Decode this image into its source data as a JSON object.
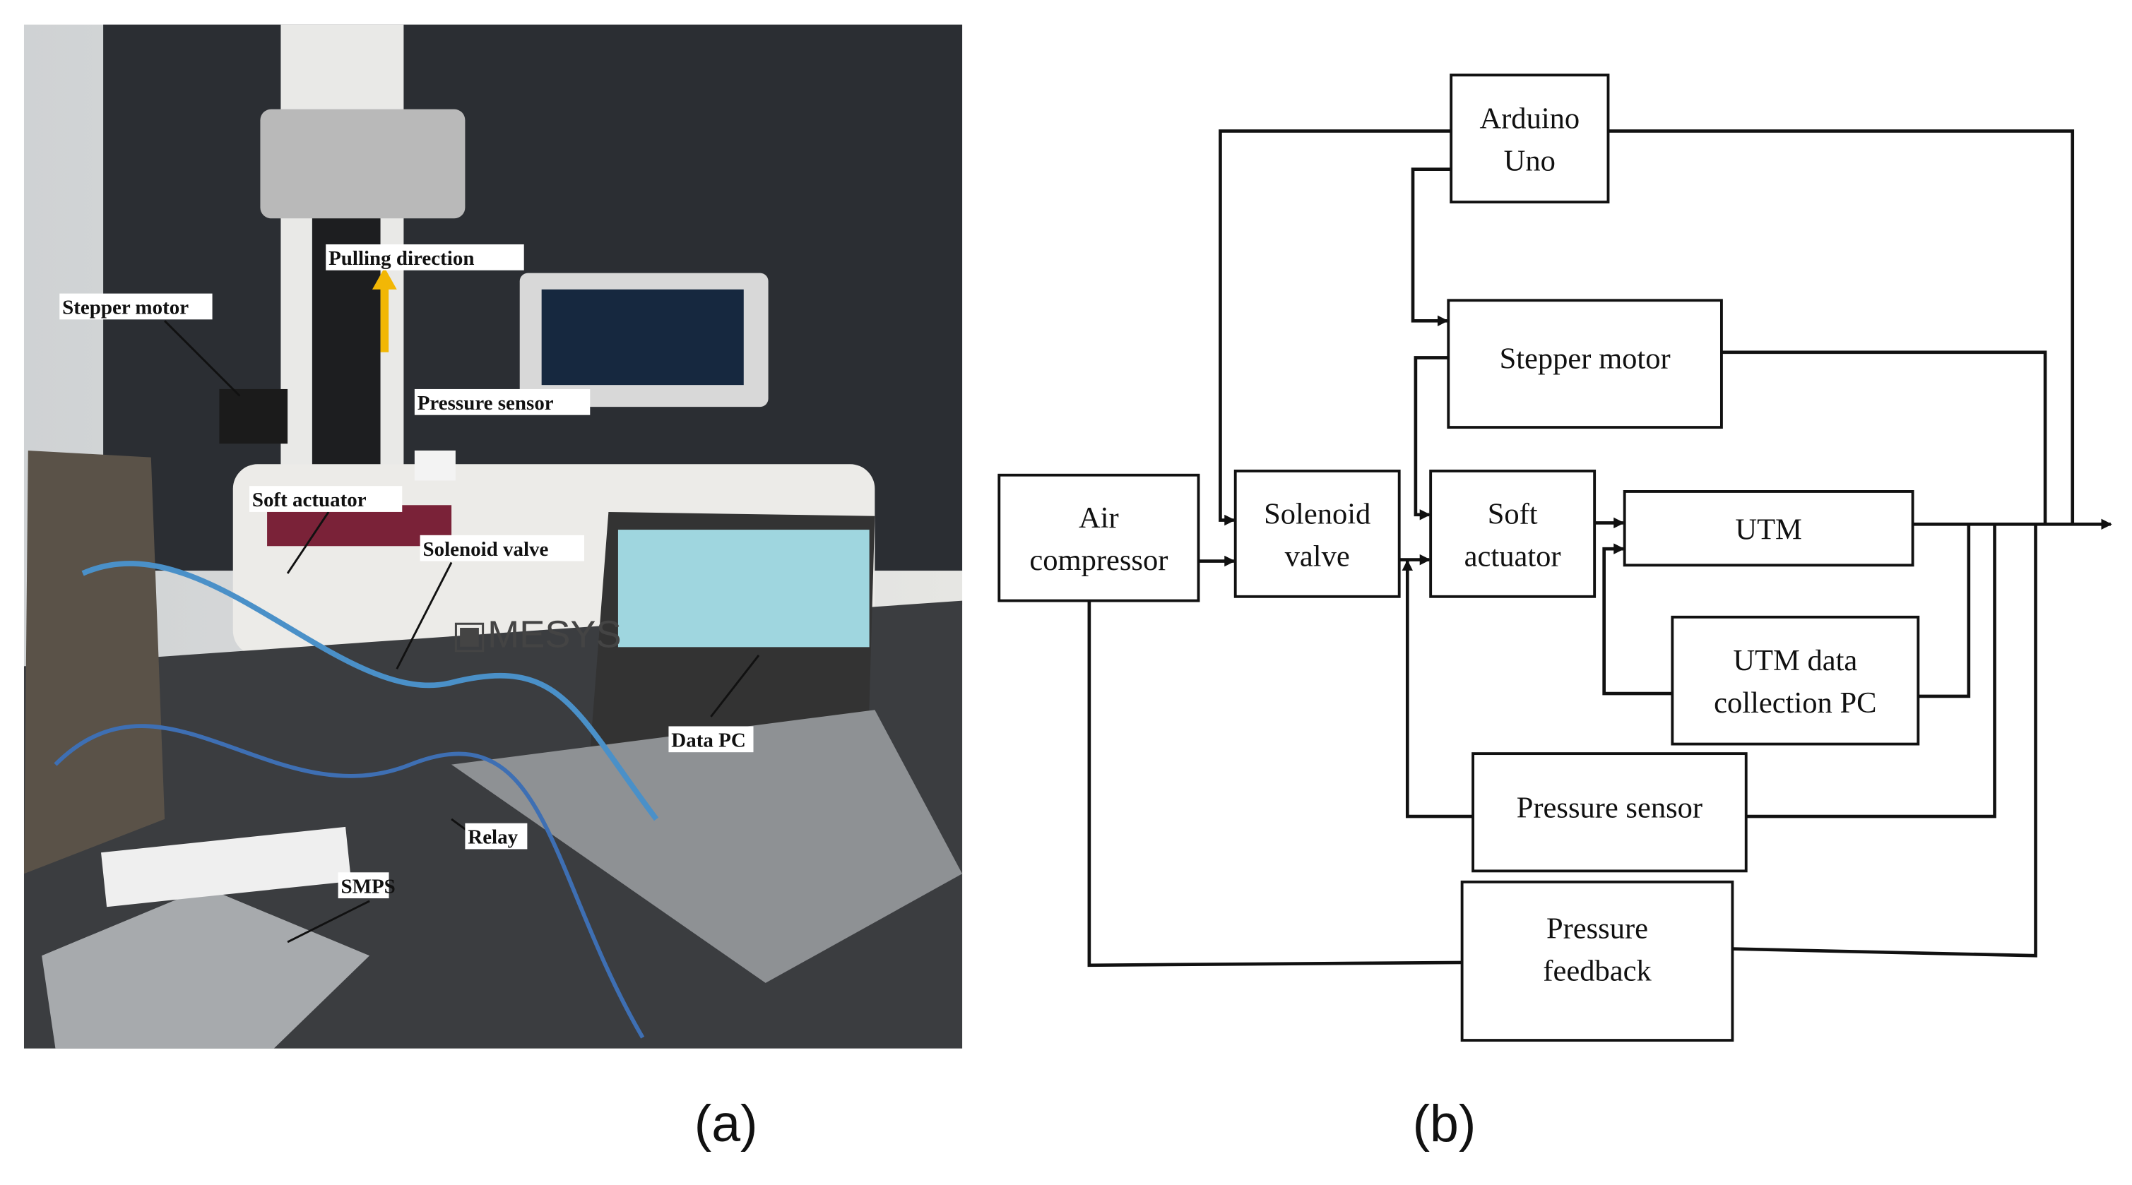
{
  "captions": {
    "a": "(a)",
    "b": "(b)"
  },
  "photo": {
    "logo_text": "MESYS",
    "labels": {
      "pulling_direction": "Pulling direction",
      "stepper_motor": "Stepper motor",
      "pressure_sensor": "Pressure sensor",
      "soft_actuator": "Soft actuator",
      "solenoid_valve": "Solenoid valve",
      "data_pc": "Data PC",
      "relay": "Relay",
      "smps": "SMPS"
    },
    "arrow_color": "#f2b705"
  },
  "diagram": {
    "arduino": [
      "Arduino",
      "Uno"
    ],
    "stepper": [
      "Stepper motor"
    ],
    "air": [
      "Air",
      "compressor"
    ],
    "solenoid": [
      "Solenoid",
      "valve"
    ],
    "soft": [
      "Soft",
      "actuator"
    ],
    "utm": [
      "UTM"
    ],
    "utmpc": [
      "UTM data",
      "collection PC"
    ],
    "psensor": [
      "Pressure sensor"
    ],
    "pfeedback": [
      "Pressure",
      "feedback"
    ]
  }
}
